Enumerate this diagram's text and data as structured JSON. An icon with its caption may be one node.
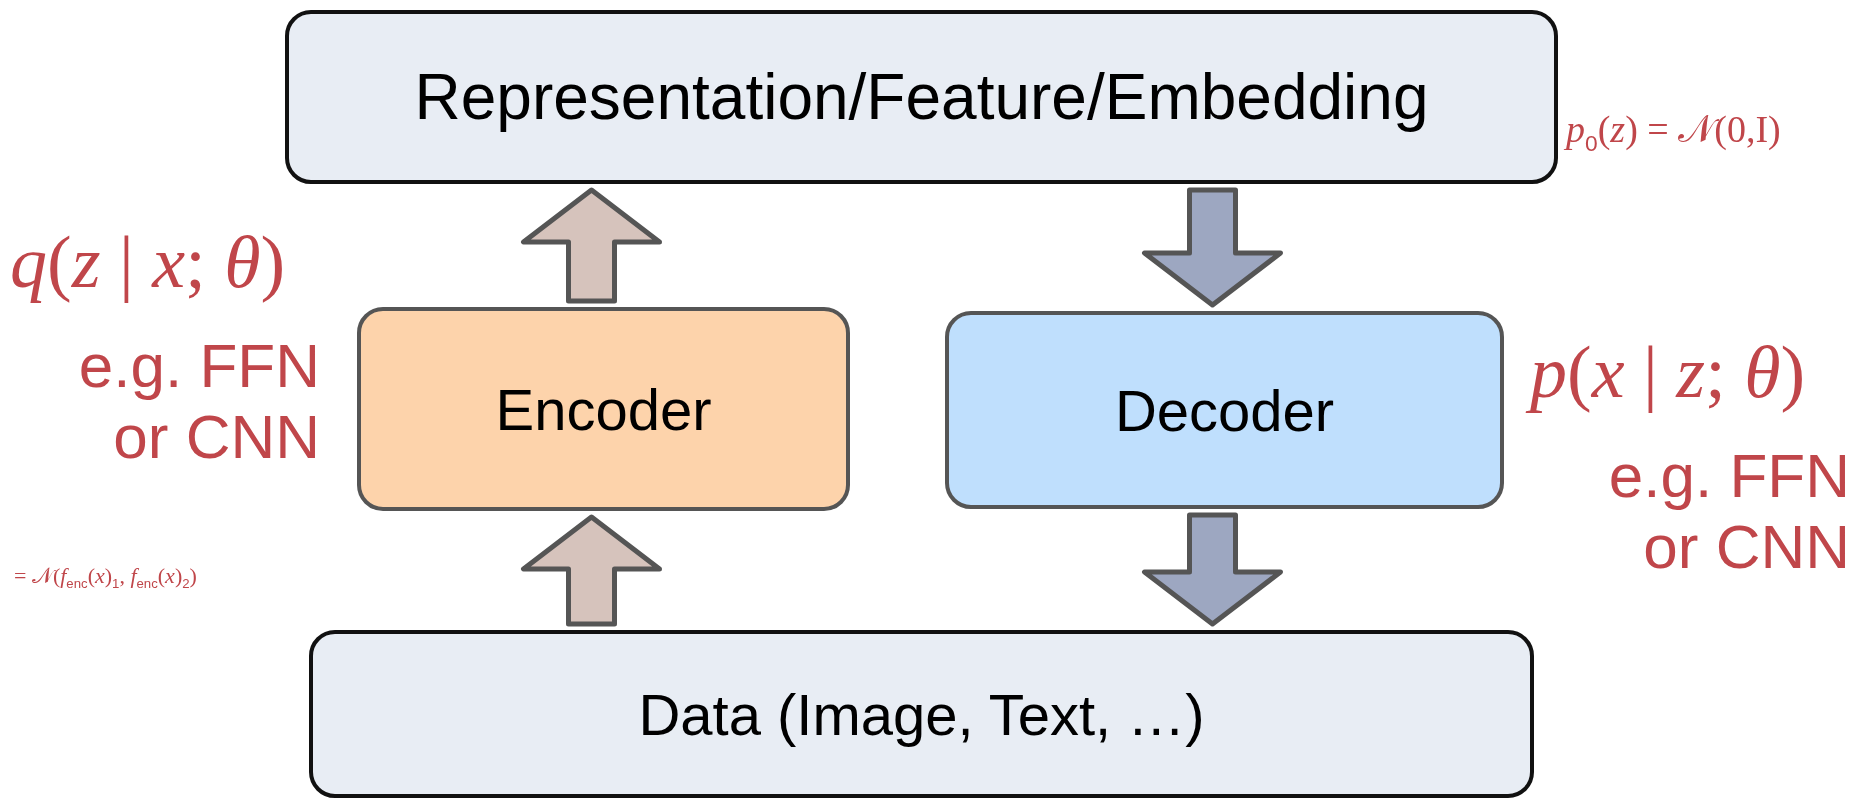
{
  "diagram": {
    "nodes": [
      {
        "text": [
          "Representation/Feature/Embedding"
        ]
      },
      {
        "text": [
          "Encoder"
        ]
      },
      {
        "text": [
          "Decoder"
        ]
      },
      {
        "text": [
          "Data (Image, Text, …)"
        ]
      }
    ],
    "edges": [
      {
        "from": 3,
        "to": 1,
        "arrow": "to",
        "color": "#d6c3bc"
      },
      {
        "from": 1,
        "to": 0,
        "arrow": "to",
        "color": "#d6c3bc"
      },
      {
        "from": 0,
        "to": 2,
        "arrow": "to",
        "color": "#9da7c1"
      },
      {
        "from": 2,
        "to": 3,
        "arrow": "to",
        "color": "#9da7c1"
      }
    ],
    "labels": [
      "*p*$_{0}$(*z*) = 𝒩(0,I)",
      "*q*(*z* | *x*; *θ*)",
      "e.g. FFN or CNN",
      "*p*(*x* | *z*; *θ*)",
      "e.g. FFN or CNN",
      "= 𝒩(*f*$_{enc}$(*x*)$_{1}$, *f*$_{enc}$(*x*)$_{2}$)"
    ]
  }
}
